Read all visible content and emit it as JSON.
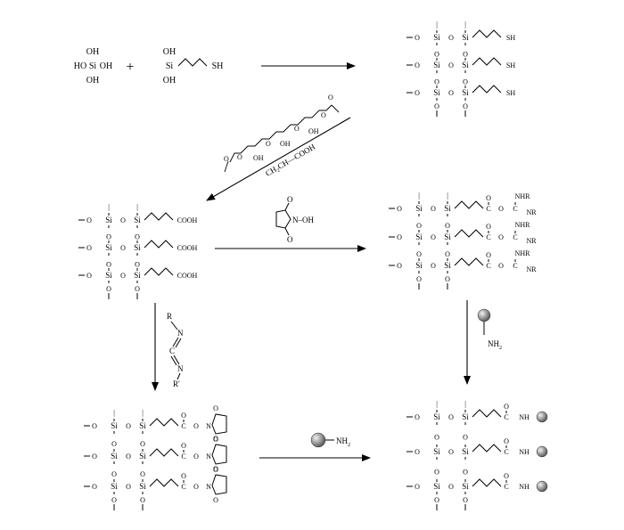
{
  "reactants": {
    "silicic_acid": {
      "oh_top": "OH",
      "ho_left": "HO",
      "si": "Si",
      "oh_right": "OH",
      "oh_bottom": "OH"
    },
    "plus": "+",
    "mercaptosilane": {
      "oh_top": "OH",
      "si": "Si",
      "oh_bottom": "OH",
      "tail": "SH"
    }
  },
  "labels": {
    "o": "O",
    "si": "Si",
    "oh": "OH",
    "o_double": "O",
    "cooh": "COOH",
    "c": "C",
    "nh": "NH",
    "nhr": "NHR",
    "nr": "NR",
    "r": "R",
    "n": "N",
    "r_prime": "R′",
    "nh2": "NH",
    "nh2_sub": "2",
    "sh": "SH",
    "n_oh": "N–OH",
    "ch2ch_cooh": "CH₂CH—COOH"
  },
  "icons": {
    "nanoparticle": "grey-sphere-icon"
  }
}
